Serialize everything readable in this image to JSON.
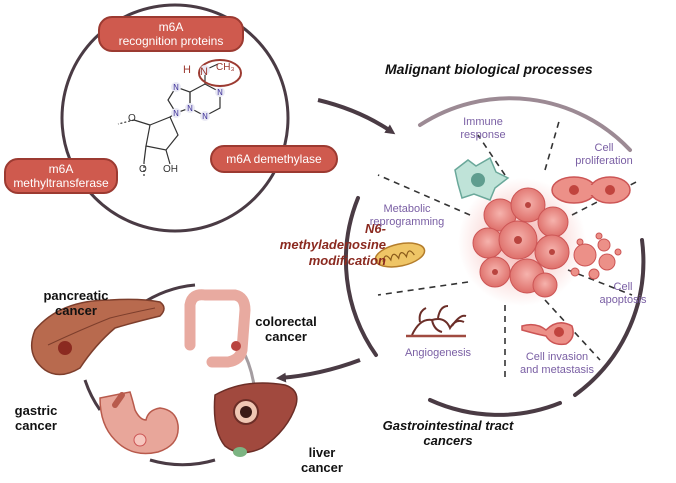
{
  "m6a_cycle": {
    "recognition_proteins": [
      "m6A",
      "recognition proteins"
    ],
    "demethylase": "m6A demethylase",
    "methyltransferase": [
      "m6A",
      "methyltransferase"
    ],
    "molecule_labels": {
      "h": "H",
      "n": "N",
      "ch3": "CH₃",
      "oh": "OH",
      "o": "O"
    }
  },
  "modification": [
    "N6-",
    "methyladenosine",
    "modification"
  ],
  "malignant": {
    "title": "Malignant biological processes",
    "processes": {
      "immune": [
        "Immune",
        "response"
      ],
      "proliferation": [
        "Cell",
        "proliferation"
      ],
      "metabolic": [
        "Metabolic",
        "reprogramming"
      ],
      "apoptosis": [
        "Cell",
        "apoptosis"
      ],
      "angiogenesis": "Angiogenesis",
      "invasion": [
        "Cell invasion",
        "and metastasis"
      ]
    }
  },
  "gi": {
    "title": [
      "Gastrointestinal tract",
      "cancers"
    ],
    "cancers": {
      "pancreatic": [
        "pancreatic",
        "cancer"
      ],
      "colorectal": [
        "colorectal",
        "cancer"
      ],
      "gastric": [
        "gastric",
        "cancer"
      ],
      "liver": [
        "liver",
        "cancer"
      ]
    }
  },
  "colors": {
    "pill_fill": "#cf5a4e",
    "pill_border": "#9c3a31",
    "process_text": "#7a5fa4",
    "modification_text": "#8b2a20",
    "circle_line": "#4a3b44"
  }
}
